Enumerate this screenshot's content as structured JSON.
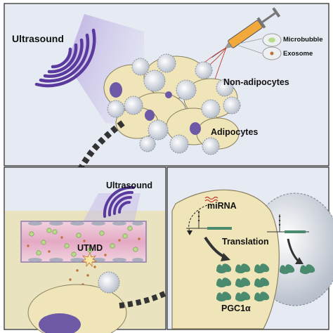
{
  "top_panel": {
    "ultrasound_label": "Ultrasound",
    "microbubble_label": "Microbubble",
    "exosome_label": "Exosome",
    "non_adipocytes_label": "Non-adipocytes",
    "adipocytes_label": "Adipocytes"
  },
  "bottom_left_panel": {
    "ultrasound_label": "Ultrasound",
    "utmd_label": "UTMD"
  },
  "bottom_right_panel": {
    "mirna_label": "miRNA",
    "translation_label": "Translation",
    "pgc1a_label": "PGC1α"
  },
  "colors": {
    "panel_bg": "#e6ebf3",
    "adipocyte": "#efe5b8",
    "nucleus": "#6d59a6",
    "waves": "#5b3a9e",
    "protein": "#4a8a6e",
    "microbubble": "#b9dc8a",
    "exosome": "#c0703a",
    "vessel": "#e7b6cc"
  }
}
